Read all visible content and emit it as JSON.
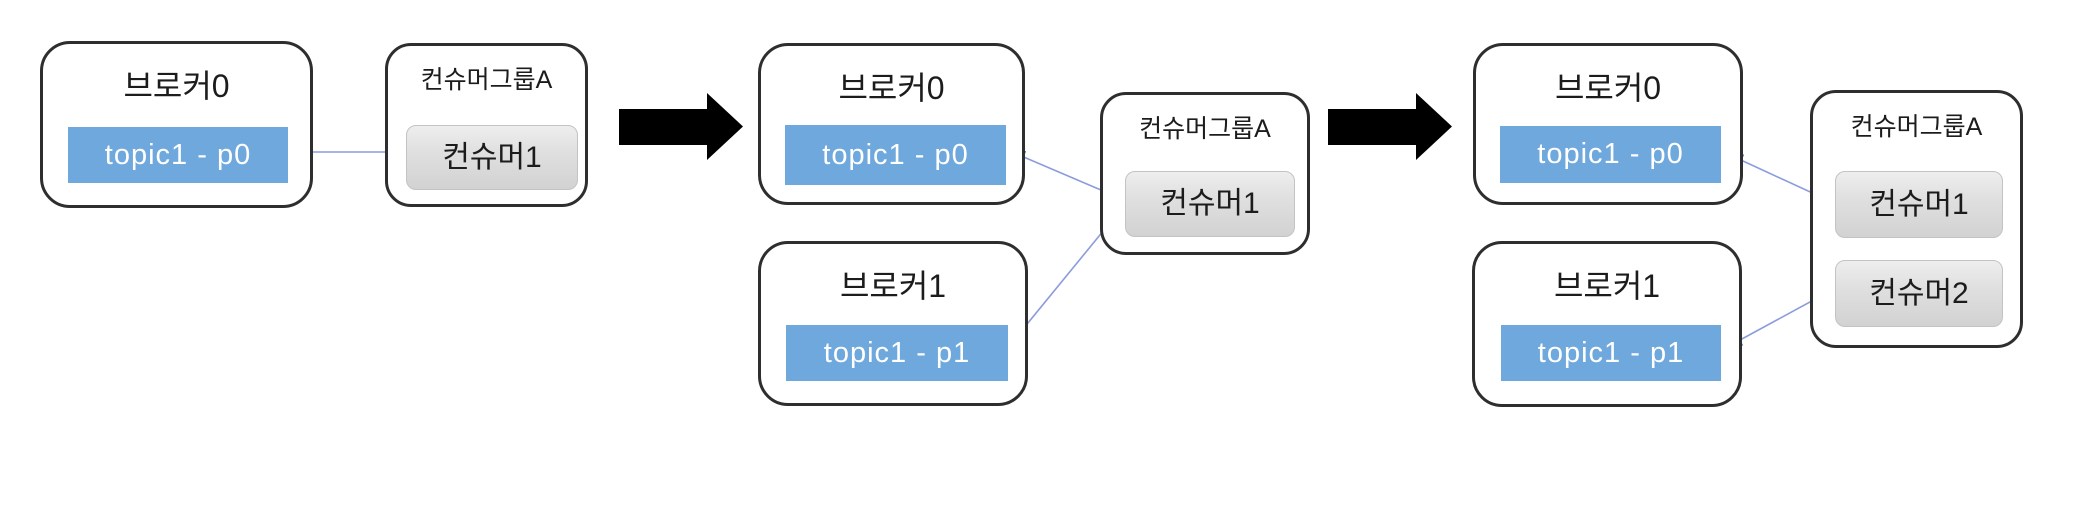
{
  "colors": {
    "partition_fill": "#6fa8dc",
    "partition_text": "#ffffff",
    "box_border": "#2e2e2e",
    "consumer_top": "#eeeeee",
    "consumer_bottom": "#d2d2d2",
    "consumer_border": "#c3c3c3",
    "link_line": "#8c9cdb",
    "link_head": "#4a66b8",
    "block_arrow": "#000000",
    "canvas_bg": "#ffffff",
    "title_text": "#1c1c1c"
  },
  "panels": [
    {
      "brokers": [
        {
          "title": "브로커0",
          "partition": "topic1 - p0"
        }
      ],
      "group": {
        "title": "컨슈머그룹A",
        "consumers": [
          {
            "label": "컨슈머1"
          }
        ]
      }
    },
    {
      "brokers": [
        {
          "title": "브로커0",
          "partition": "topic1 - p0"
        },
        {
          "title": "브로커1",
          "partition": "topic1 - p1"
        }
      ],
      "group": {
        "title": "컨슈머그룹A",
        "consumers": [
          {
            "label": "컨슈머1"
          }
        ]
      }
    },
    {
      "brokers": [
        {
          "title": "브로커0",
          "partition": "topic1 - p0"
        },
        {
          "title": "브로커1",
          "partition": "topic1 - p1"
        }
      ],
      "group": {
        "title": "컨슈머그룹A",
        "consumers": [
          {
            "label": "컨슈머1"
          },
          {
            "label": "컨슈머2"
          }
        ]
      }
    }
  ]
}
